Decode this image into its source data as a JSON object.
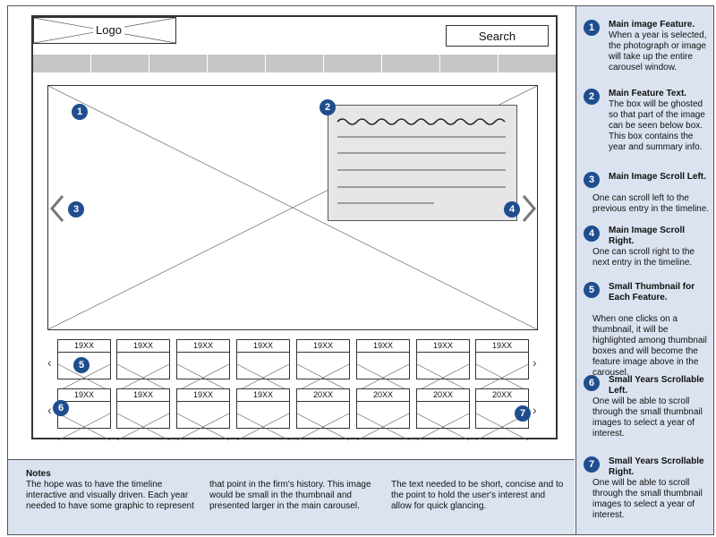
{
  "header": {
    "logo_label": "Logo",
    "search_label": "Search",
    "nav_segments": 9
  },
  "badges": [
    "1",
    "2",
    "3",
    "4",
    "5",
    "6",
    "7"
  ],
  "thumbnails": {
    "row1": [
      "19XX",
      "19XX",
      "19XX",
      "19XX",
      "19XX",
      "19XX",
      "19XX",
      "19XX"
    ],
    "row2": [
      "19XX",
      "19XX",
      "19XX",
      "19XX",
      "20XX",
      "20XX",
      "20XX",
      "20XX"
    ]
  },
  "notes": {
    "title": "Notes",
    "col1": "The hope was to have the timeline interactive and visually driven. Each year needed to have some graphic to represent",
    "col2": "that point in the firm's history. This image would be small in the thumbnail and presented larger in the main carousel.",
    "col3": "The text needed to be short, concise and to the point to hold the user's interest and allow for quick glancing."
  },
  "legend": [
    {
      "num": "1",
      "title": "Main image Feature.",
      "text": "When a year is selected, the photograph or image will take up the entire carousel window."
    },
    {
      "num": "2",
      "title": "Main Feature Text.",
      "text": "The box will be ghosted so that part of the image can be seen below box. This box contains the year and summary info."
    },
    {
      "num": "3",
      "title": "Main Image Scroll Left.",
      "text": "One can scroll left to the previous entry in the timeline."
    },
    {
      "num": "4",
      "title": "Main Image Scroll Right.",
      "text": "One can scroll right to the next entry in the timeline."
    },
    {
      "num": "5",
      "title": "Small Thumbnail for Each Feature.",
      "text": "When one clicks on a thumbnail, it will be highlighted among thumbnail boxes and will become the feature image above in the carousel."
    },
    {
      "num": "6",
      "title": "Small Years Scrollable Left.",
      "text": "One will be able to scroll through the small thumbnail images to select a year of interest."
    },
    {
      "num": "7",
      "title": "Small Years Scrollable Right.",
      "text": "One will be able to scroll through the small thumbnail images to select a year of interest."
    }
  ]
}
